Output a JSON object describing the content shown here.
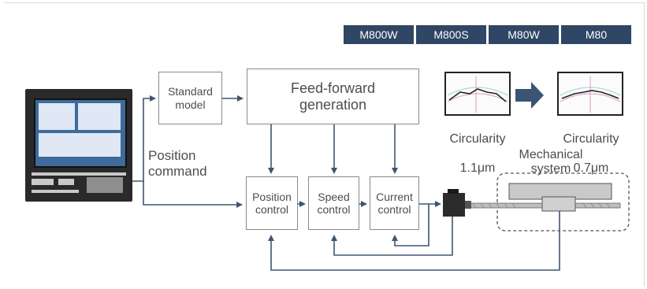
{
  "models": [
    "M800W",
    "M800S",
    "M80W",
    "M80"
  ],
  "colors": {
    "tab_bg": "#2f4664",
    "arrow": "#3f5570",
    "box_border": "#8a8a8a"
  },
  "blocks": {
    "standard_model": "Standard\nmodel",
    "feed_forward": "Feed-forward\ngeneration",
    "position_control": "Position\ncontrol",
    "speed_control": "Speed\ncontrol",
    "current_control": "Current\ncontrol"
  },
  "labels": {
    "position_command": "Position\ncommand",
    "mechanical_system": "Mechanical\nsystem"
  },
  "circularity": {
    "before": {
      "label": "Circularity",
      "value": "1.1μm"
    },
    "after": {
      "label": "Circularity",
      "value": "0.7μm"
    }
  },
  "icons": {
    "controller": "cnc-controller-icon",
    "motor": "servo-motor-icon",
    "result_arrow": "right-arrow-icon"
  }
}
